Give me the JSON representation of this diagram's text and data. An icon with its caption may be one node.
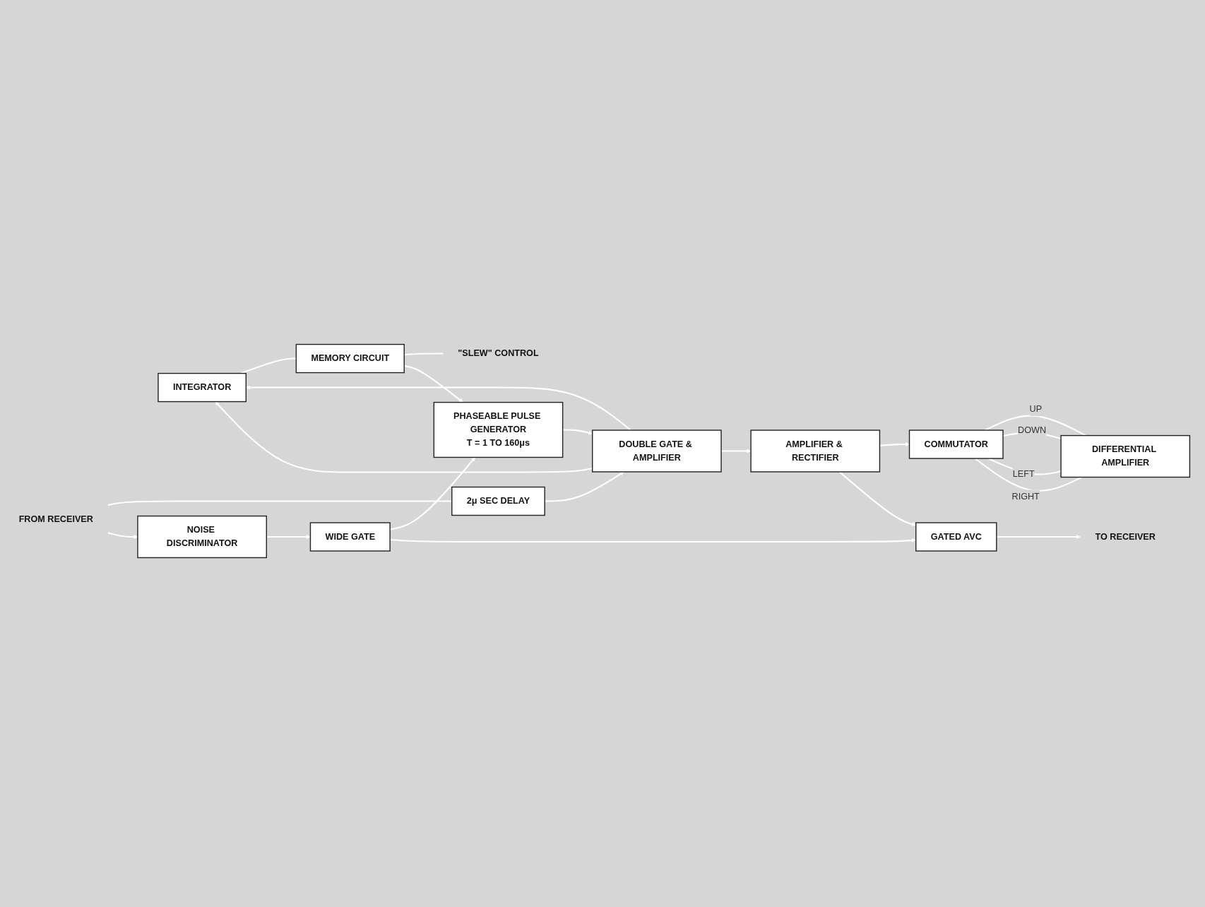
{
  "diagram": {
    "nodes": [
      {
        "text": [
          "INTEGRATOR"
        ]
      },
      {
        "text": [
          "MEMORY CIRCUIT"
        ]
      },
      {
        "text": [
          "\"SLEW\" CONTROL"
        ]
      },
      {
        "text": [
          "FROM RECEIVER"
        ]
      },
      {
        "text": [
          "2μ SEC DELAY"
        ]
      },
      {
        "text": [
          "DOUBLE GATE & AMPLIFIER"
        ]
      },
      {
        "text": [
          "AMPLIFIER & RECTIFIER"
        ]
      },
      {
        "text": [
          "COMMUTATOR"
        ]
      },
      {
        "text": [
          "DIFFERENTIAL AMPLIFIER"
        ]
      },
      {
        "text": [
          "NOISE DISCRIMINATOR"
        ]
      },
      {
        "text": [
          "WIDE GATE"
        ]
      },
      {
        "text": [
          "PHASEABLE PULSE GENERATOR",
          "T = 1 TO 160μs"
        ]
      },
      {
        "text": [
          "TO RECEIVER"
        ]
      },
      {
        "text": [
          "GATED AVC"
        ]
      }
    ],
    "edges": [
      {
        "from": 3,
        "to": 4,
        "arrow": "none"
      },
      {
        "from": 3,
        "to": 9,
        "arrow": "to"
      },
      {
        "from": 4,
        "to": 5,
        "arrow": "to"
      },
      {
        "from": 5,
        "to": 0,
        "arrow": "to"
      },
      {
        "from": 5,
        "to": 0,
        "arrow": "to"
      },
      {
        "from": 0,
        "to": 1,
        "arrow": "none"
      },
      {
        "from": 1,
        "to": 2,
        "arrow": "none"
      },
      {
        "from": 1,
        "to": 11,
        "arrow": "to"
      },
      {
        "from": 6,
        "to": 7,
        "arrow": "to"
      },
      {
        "from": 7,
        "to": 8,
        "arrow": "none",
        "label": "UP"
      },
      {
        "from": 7,
        "to": 8,
        "arrow": "none",
        "label": "DOWN"
      },
      {
        "from": 7,
        "to": 8,
        "arrow": "none",
        "label": "LEFT"
      },
      {
        "from": 7,
        "to": 8,
        "arrow": "none",
        "label": "RIGHT"
      },
      {
        "from": 5,
        "to": 6,
        "arrow": "to"
      },
      {
        "from": 11,
        "to": 5,
        "arrow": "to"
      },
      {
        "from": 6,
        "to": 13,
        "arrow": "to"
      },
      {
        "from": 9,
        "to": 10,
        "arrow": "to"
      },
      {
        "from": 10,
        "to": 11,
        "arrow": "to"
      },
      {
        "from": 10,
        "to": 13,
        "arrow": "to"
      },
      {
        "from": 13,
        "to": 12,
        "arrow": "to"
      }
    ]
  }
}
